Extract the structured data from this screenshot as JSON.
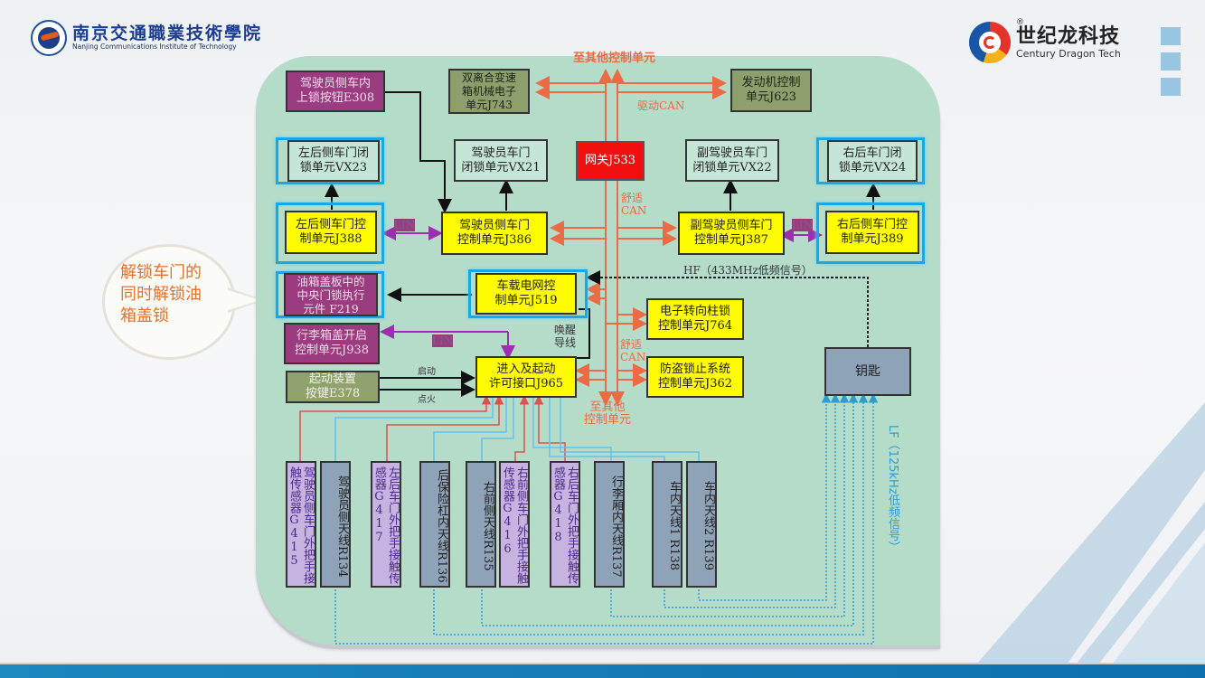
{
  "header": {
    "left_logo": {
      "name_cn": "南京交通職業技術學院",
      "name_en": "Nanjing Communications Institute of Technology"
    },
    "right_logo": {
      "name_cn": "世纪龙科技",
      "name_en": "Century Dragon Tech",
      "registered_mark": "®"
    }
  },
  "callout": {
    "text": "解锁车门的\n同时解锁油\n箱盖锁"
  },
  "colors": {
    "panel_bg": "#b5dcc8",
    "control_unit": "#fffb00",
    "gateway": "#f20f0f",
    "highlight": "#18a8e6",
    "can_bus": "#ec6a44",
    "lin_bus": "#9b2fae",
    "lf_signal": "#2f9bd3",
    "callout_text": "#e8702a"
  },
  "diagram": {
    "boxes": {
      "e308": "驾驶员侧车内\n上锁按钮E308",
      "j743": "双离合变速\n箱机械电子\n单元J743",
      "j623": "发动机控制\n单元J623",
      "vx23": "左后侧车门闭\n锁单元VX23",
      "vx21": "驾驶员车门\n闭锁单元VX21",
      "j533": "网关J533",
      "vx22": "副驾驶员车门\n闭锁单元VX22",
      "vx24": "右后车门闭\n锁单元VX24",
      "j388": "左后侧车门控\n制单元J388",
      "j386": "驾驶员侧车门\n控制单元J386",
      "j387": "副驾驶员侧车门\n控制单元J387",
      "j389": "右后侧车门控\n制单元J389",
      "f219": "油箱盖板中的\n中央门锁执行\n元件 F219",
      "j519": "车载电网控\n制单元J519",
      "j764": "电子转向柱锁\n控制单元J764",
      "j938": "行李箱盖开启\n控制单元J938",
      "j965": "进入及起动\n许可接口J965",
      "j362": "防盗锁止系统\n控制单元J362",
      "e378": "起动装置\n按键E378",
      "key": "钥匙"
    },
    "vertical_boxes": [
      {
        "id": "g415",
        "text": "驾驶员侧车门外把手接触传感器G415"
      },
      {
        "id": "r134",
        "text": "驾驶员侧天线R134"
      },
      {
        "id": "g417",
        "text": "左后车门外把手接触传感器G417"
      },
      {
        "id": "r136",
        "text": "后保险杠内天线R136"
      },
      {
        "id": "r135",
        "text": "右前侧天线R135"
      },
      {
        "id": "g416",
        "text": "右前侧车门外把手接触传感器G416"
      },
      {
        "id": "g418",
        "text": "右后车门外把手接触传感器G418"
      },
      {
        "id": "r137",
        "text": "行李厢内天线R137"
      },
      {
        "id": "r138",
        "text": "车内天线1 R138"
      },
      {
        "id": "r139",
        "text": "车内天线2 R139"
      }
    ],
    "labels": {
      "to_other_top": "至其他控制单元",
      "drive_can": "驱动CAN",
      "comfort_can_1": "舒适\nCAN",
      "comfort_can_2": "舒适\nCAN",
      "to_other_bottom": "至其他\n控制单元",
      "lin_left": "LIN",
      "lin_right": "LIN",
      "lin_bottom": "LIN",
      "hf": "HF（433MHz低频信号）",
      "wake_line": "唤醒\n导线",
      "start": "启动",
      "ignition": "点火",
      "lf": "LF（125kHz低频信号）"
    }
  }
}
